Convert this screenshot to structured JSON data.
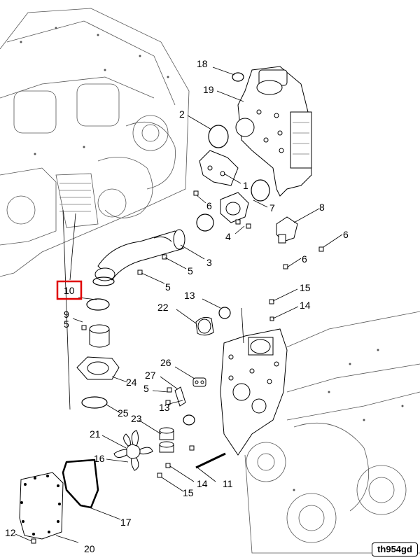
{
  "diagram": {
    "reference_code": "th954gd",
    "highlighted_callout": "10",
    "highlight_color": "#e00000",
    "line_color": "#000000",
    "callouts": {
      "c18": "18",
      "c19": "19",
      "c2": "2",
      "c1": "1",
      "c7": "7",
      "c6a": "6",
      "c4": "4",
      "c8": "8",
      "c6b": "6",
      "c6c": "6",
      "c3": "3",
      "c5a": "5",
      "c5b": "5",
      "c10": "10",
      "c9": "9",
      "c5c": "5",
      "c13a": "13",
      "c22": "22",
      "c15a": "15",
      "c14a": "14",
      "c26": "26",
      "c27": "27",
      "c5d": "5",
      "c13b": "13",
      "c24": "24",
      "c25": "25",
      "c23": "23",
      "c21": "21",
      "c16": "16",
      "c14b": "14",
      "c11": "11",
      "c15b": "15",
      "c17": "17",
      "c12": "12",
      "c20": "20"
    }
  }
}
